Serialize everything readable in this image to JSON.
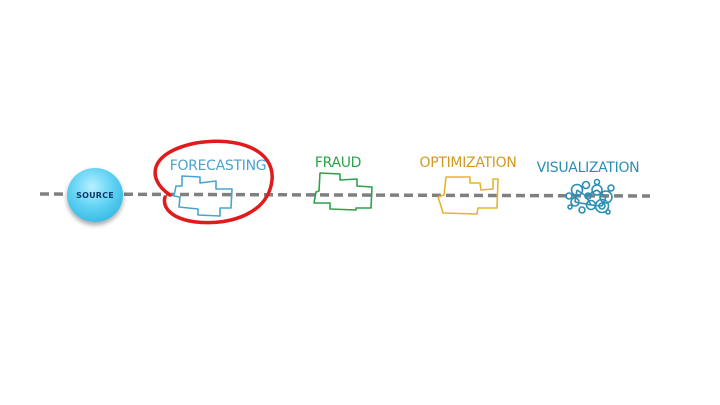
{
  "source": {
    "label": "SOURCE"
  },
  "stages": [
    {
      "label": "FORECASTING",
      "color": "#4aa3cf"
    },
    {
      "label": "FRAUD",
      "color": "#2aa34a"
    },
    {
      "label": "OPTIMIZATION",
      "color": "#d19a1c"
    },
    {
      "label": "VISUALIZATION",
      "color": "#2b8fb3"
    }
  ],
  "highlight": {
    "target": "FORECASTING",
    "color": "#e01b1b"
  },
  "connector": {
    "style": "dashed",
    "color": "#808080"
  }
}
